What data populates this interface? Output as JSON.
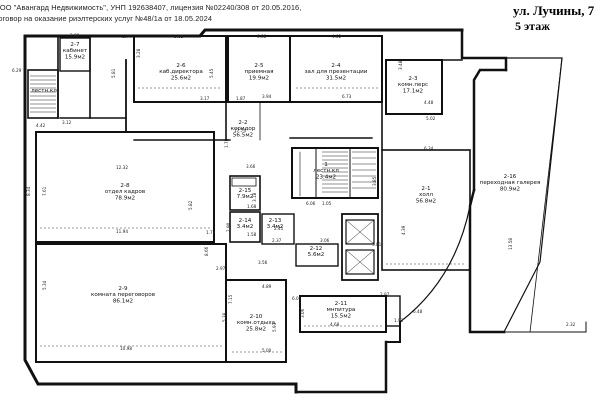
{
  "header": {
    "line1": "ООО \"Авангард Недвижимость\", УНП 192638407, лицензия №02240/308 от 20.05.2016,",
    "line2": "договор на оказание риэлтерских услуг №48/1а от 18.05.2024",
    "address": "ул. Лучины, 7",
    "floor": "5 этаж"
  },
  "rooms": [
    {
      "num": "2-7",
      "name": "кабинет",
      "area": "15.9м2"
    },
    {
      "num": "",
      "name": "лестн.кл",
      "area": ""
    },
    {
      "num": "2-6",
      "name": "каб.директора",
      "area": "25.6м2"
    },
    {
      "num": "2-5",
      "name": "приемная",
      "area": "19.9м2"
    },
    {
      "num": "2-4",
      "name": "зал для презентации",
      "area": "31.5м2"
    },
    {
      "num": "2-3",
      "name": "комн.перс",
      "area": "17.1м2"
    },
    {
      "num": "2-2",
      "name": "коридор",
      "area": "56.5м2"
    },
    {
      "num": "2-8",
      "name": "отдел кадров",
      "area": "78.9м2"
    },
    {
      "num": "2-15",
      "name": "",
      "area": "7.9м2"
    },
    {
      "num": "2-14",
      "name": "",
      "area": "3.4м2"
    },
    {
      "num": "1",
      "name": "лестн.кл",
      "area": "23.4м2"
    },
    {
      "num": "2-1",
      "name": "холл",
      "area": "56.8м2"
    },
    {
      "num": "2-16",
      "name": "переходная галерея",
      "area": "80.9м2"
    },
    {
      "num": "2-13",
      "name": "",
      "area": "3.4м2"
    },
    {
      "num": "2-12",
      "name": "",
      "area": "5.6м2"
    },
    {
      "num": "2-9",
      "name": "комната переговоров",
      "area": "86.1м2"
    },
    {
      "num": "2-10",
      "name": "комн.отдыха",
      "area": "25.8м2"
    },
    {
      "num": "2-11",
      "name": "мнпитура",
      "area": "15.5м2"
    }
  ],
  "dims": [
    "1.74",
    "2.88",
    "3.62",
    "6.88",
    "4.82",
    "6.29",
    "5.81",
    "3.17",
    "3.28",
    "5.45",
    "1.87",
    "3.94",
    "6.73",
    "4.48",
    "3.48",
    "4.42",
    "3.12",
    "8.34",
    "12.32",
    "7.61",
    "5.82",
    "11.94",
    "1.78",
    "3.66",
    "3.18",
    "3.85",
    "6.06",
    "2.41",
    "3.06",
    "4.39",
    "5.34",
    "1.72",
    "2.90",
    "2.37",
    "6.08",
    "8.66",
    "2.97",
    "3.56",
    "5.38",
    "7.15",
    "10.98",
    "4.89",
    "5.93",
    "5.00",
    "4.68",
    "3.06",
    "6.48",
    "1.92",
    "2.32",
    "2.97",
    "13.58",
    "3.81",
    "6.34",
    "5.02",
    "17.74",
    "1.05",
    "1.68",
    "1.58"
  ]
}
